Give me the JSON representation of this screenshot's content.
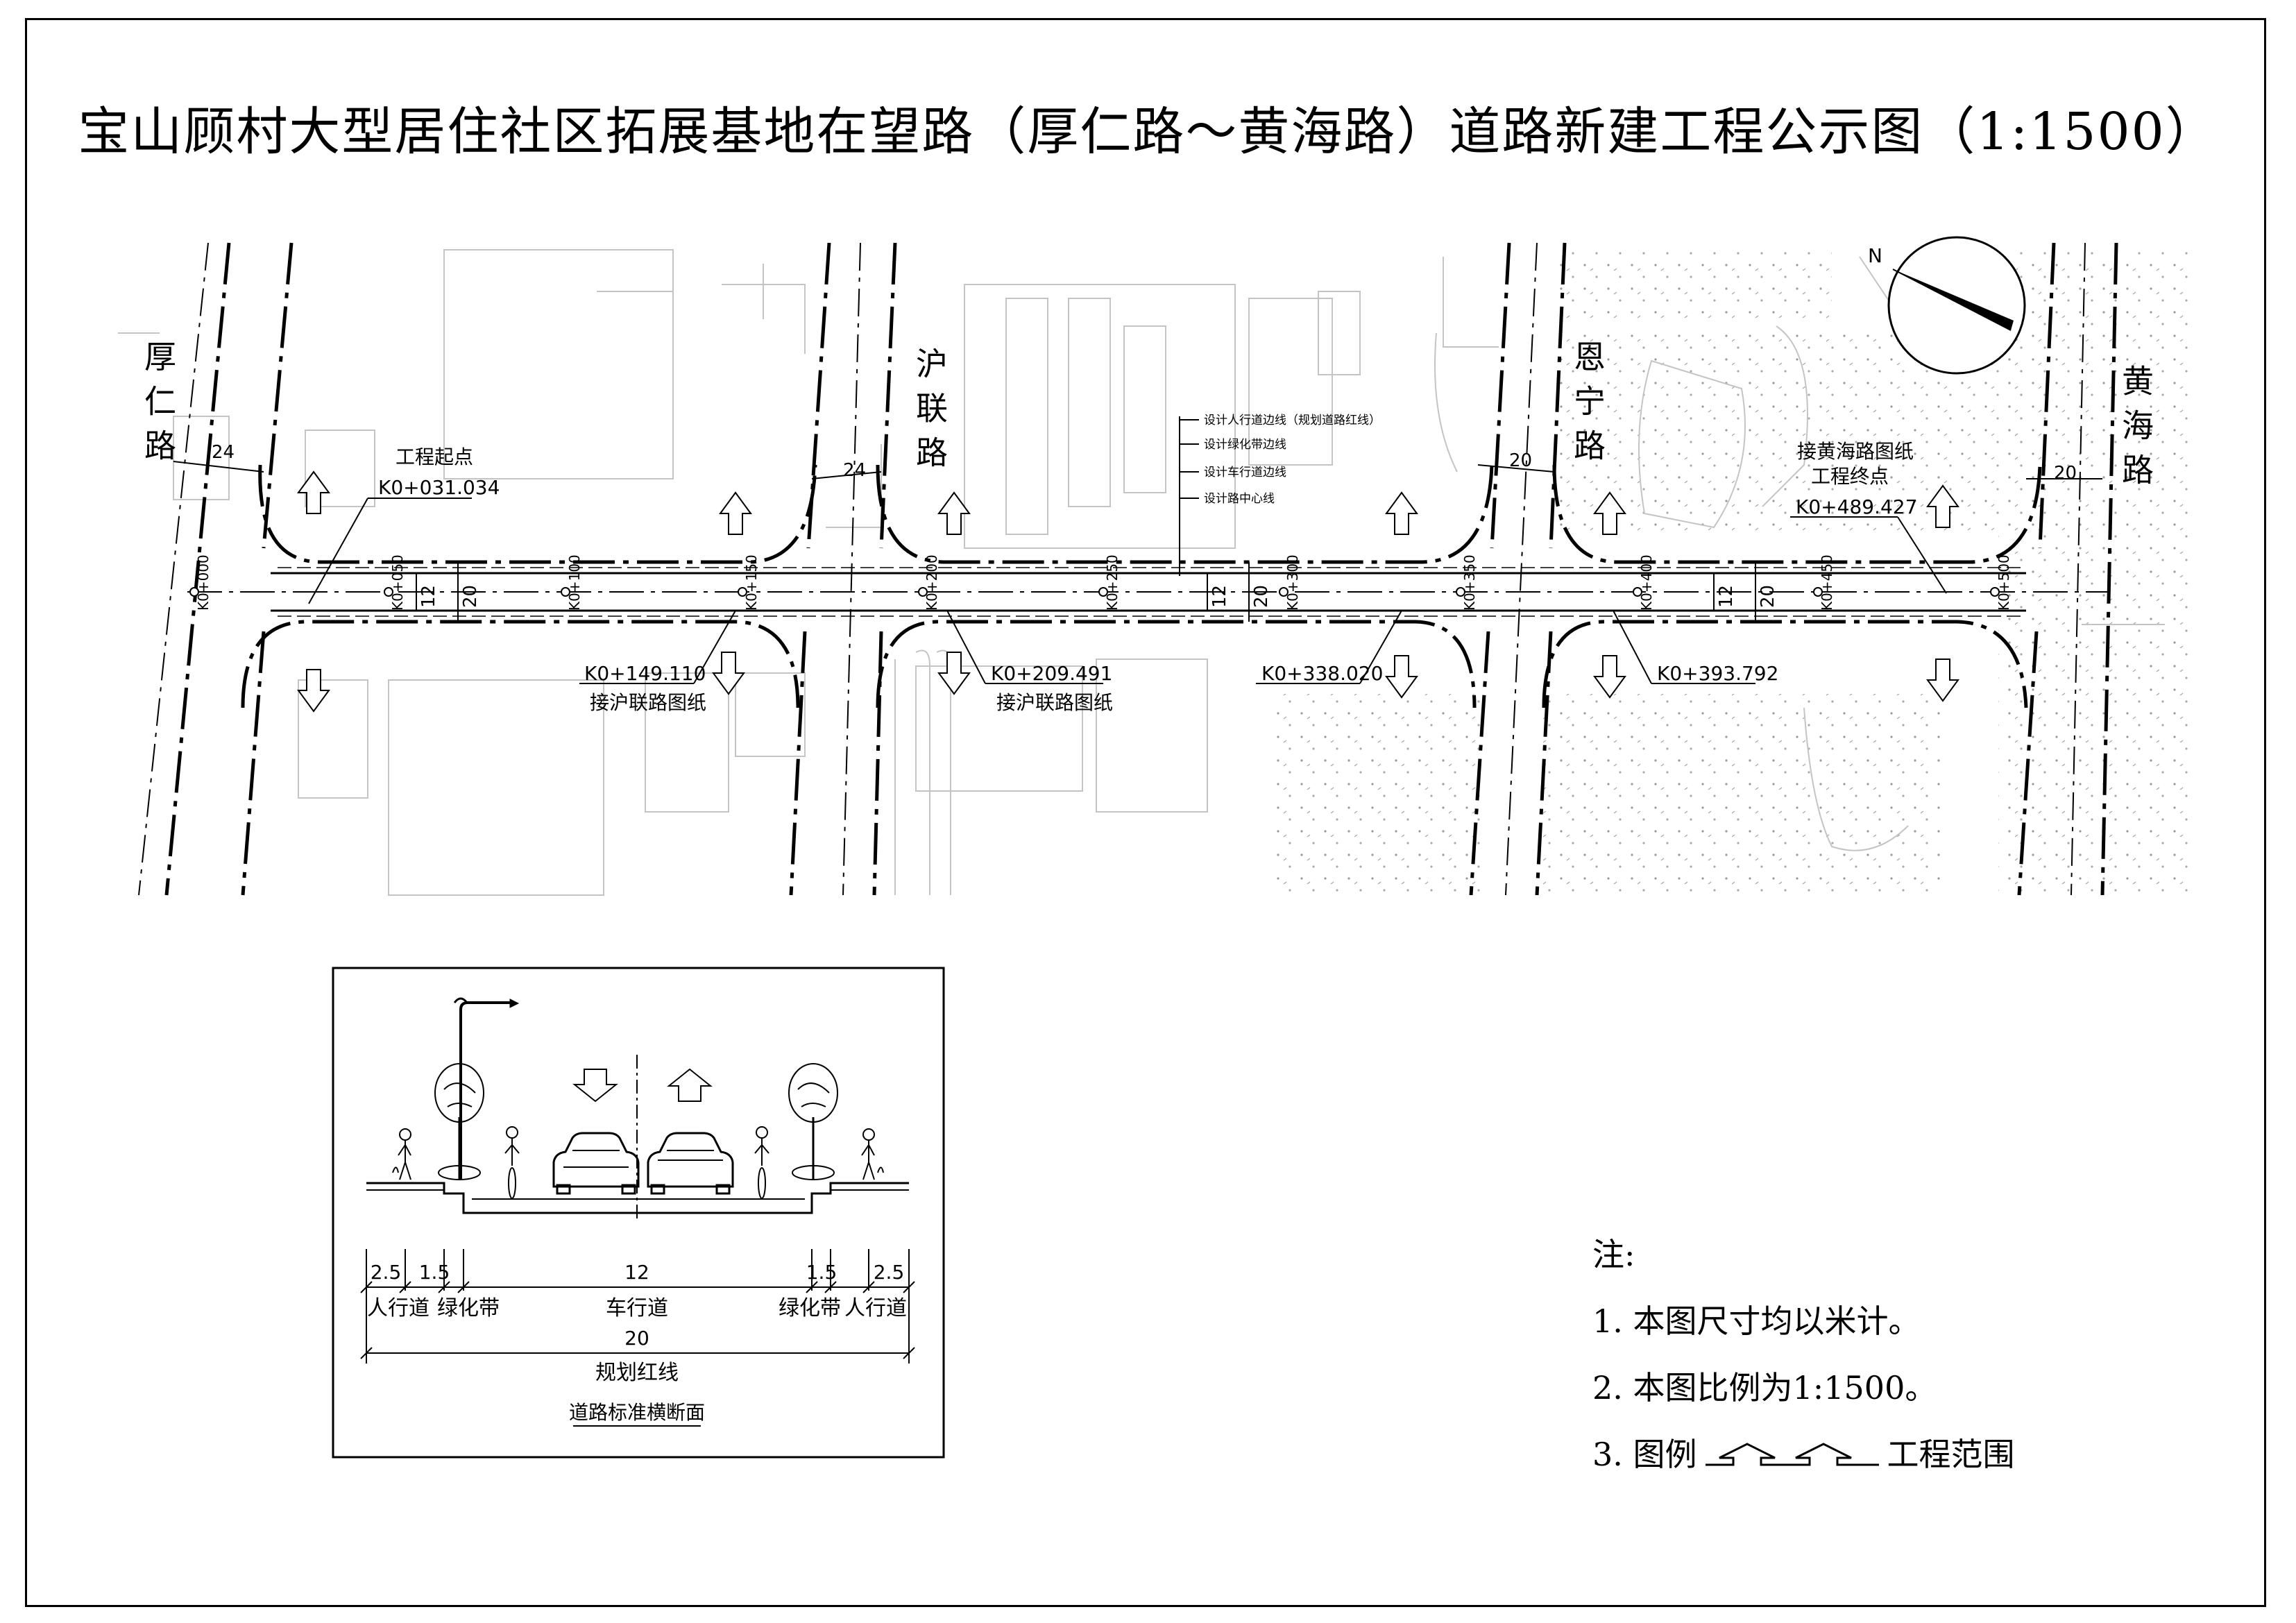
{
  "title": "宝山顾村大型居住社区拓展基地在望路（厚仁路～黄海路）道路新建工程公示图（1:1500）",
  "roads": {
    "houren": {
      "name": "厚仁路",
      "width": "24"
    },
    "hulian": {
      "name": "沪联路",
      "width": "24"
    },
    "enning": {
      "name": "恩宁路",
      "width": "20"
    },
    "huanghai": {
      "name": "黄海路",
      "width": "20"
    }
  },
  "main_road": {
    "width_total": "20",
    "width_carriage": "12"
  },
  "stations": [
    {
      "label": "K0+000"
    },
    {
      "label": "K0+050"
    },
    {
      "label": "K0+100"
    },
    {
      "label": "K0+150"
    },
    {
      "label": "K0+200"
    },
    {
      "label": "K0+250"
    },
    {
      "label": "K0+300"
    },
    {
      "label": "K0+350"
    },
    {
      "label": "K0+400"
    },
    {
      "label": "K0+450"
    },
    {
      "label": "K0+500"
    }
  ],
  "annotations": {
    "start_title": "工程起点",
    "start_station": "K0+031.034",
    "end_title_1": "接黄海路图纸",
    "end_title_2": "工程终点",
    "end_station": "K0+489.427",
    "hulian_1_station": "K0+149.110",
    "hulian_1_note": "接沪联路图纸",
    "hulian_2_station": "K0+209.491",
    "hulian_2_note": "接沪联路图纸",
    "enning_1_station": "K0+338.020",
    "enning_2_station": "K0+393.792"
  },
  "line_legend": [
    "设计人行道边线（规划道路红线）",
    "设计绿化带边线",
    "设计车行道边线",
    "设计路中心线"
  ],
  "north_label": "N",
  "cross_section": {
    "dims": [
      "2.5",
      "1.5",
      "12",
      "1.5",
      "2.5"
    ],
    "labels": [
      "人行道",
      "绿化带",
      "车行道",
      "绿化带",
      "人行道"
    ],
    "total": "20",
    "red_line": "规划红线",
    "caption": "道路标准横断面"
  },
  "notes": {
    "heading": "注:",
    "items": [
      "1. 本图尺寸均以米计。",
      "2. 本图比例为1:1500。"
    ],
    "legend_prefix": "3. 图例",
    "legend_suffix": "工程范围"
  }
}
